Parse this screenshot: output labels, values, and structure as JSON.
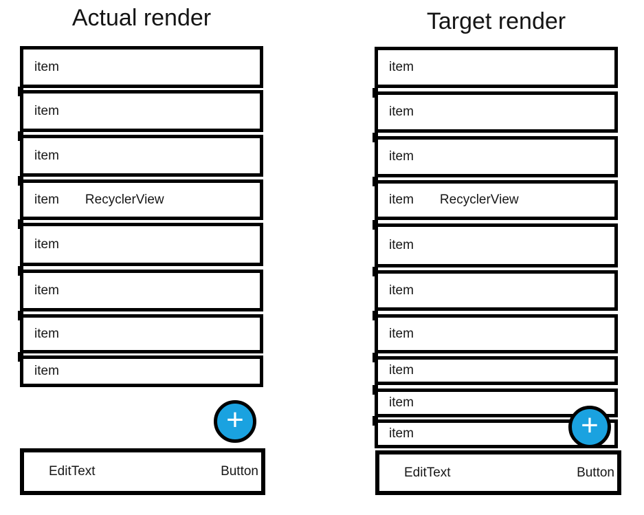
{
  "colors": {
    "background": "#ffffff",
    "ink": "#141414",
    "border": "#000000",
    "fab_fill": "#1aa2e0",
    "fab_ring": "#000000",
    "fab_plus": "#ffffff"
  },
  "panels": {
    "actual": {
      "title": "Actual render",
      "items": [
        {
          "label": "item"
        },
        {
          "label": "item"
        },
        {
          "label": "item"
        },
        {
          "label": "item",
          "annotation": "RecyclerView"
        },
        {
          "label": "item"
        },
        {
          "label": "item"
        },
        {
          "label": "item"
        },
        {
          "label": "item"
        }
      ],
      "fab": {
        "icon": "plus-icon",
        "glyph": "+"
      },
      "bottom_bar": {
        "edittext": "EditText",
        "button": "Button"
      }
    },
    "target": {
      "title": "Target render",
      "items": [
        {
          "label": "item"
        },
        {
          "label": "item"
        },
        {
          "label": "item"
        },
        {
          "label": "item",
          "annotation": "RecyclerView"
        },
        {
          "label": "item"
        },
        {
          "label": "item"
        },
        {
          "label": "item"
        },
        {
          "label": "item"
        },
        {
          "label": "item"
        },
        {
          "label": "item"
        }
      ],
      "fab": {
        "icon": "plus-icon",
        "glyph": "+"
      },
      "bottom_bar": {
        "edittext": "EditText",
        "button": "Button"
      }
    }
  }
}
